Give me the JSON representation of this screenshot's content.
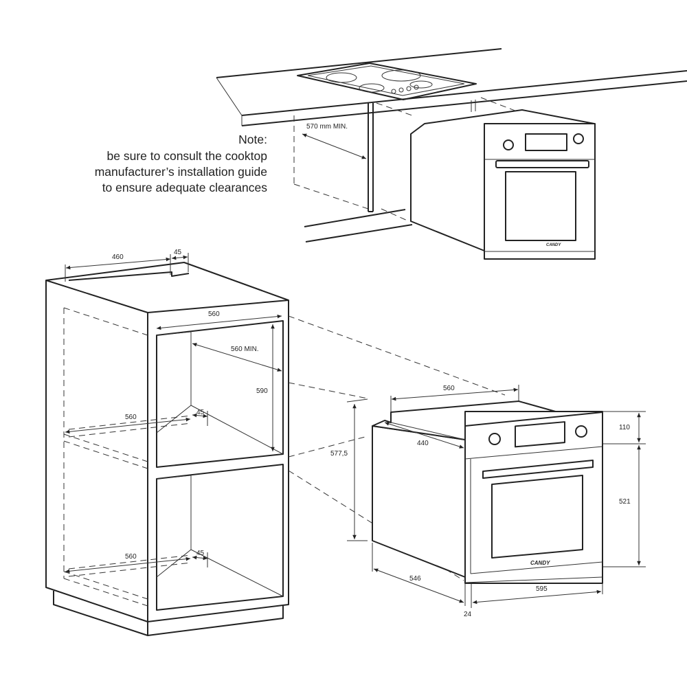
{
  "note": {
    "title": "Note:",
    "lines": [
      "be sure to consult the cooktop",
      "manufacturer’s installation guide",
      "to ensure adequate clearances"
    ]
  },
  "cooktop_section": {
    "clearance_label": "570 mm MIN."
  },
  "cabinet": {
    "top_depth": "460",
    "top_gap": "45",
    "inner_width": "560",
    "inner_depth_min": "560 MIN.",
    "upper_height": "590",
    "middle_depth": "560",
    "middle_gap": "45",
    "bottom_depth": "560",
    "bottom_gap": "45",
    "niche_height": "577,5"
  },
  "oven": {
    "brand": "CANDY",
    "width_top": "560",
    "depth_side": "440",
    "panel_height": "110",
    "door_height": "521",
    "body_depth": "546",
    "front_width": "595",
    "front_thickness": "24"
  }
}
